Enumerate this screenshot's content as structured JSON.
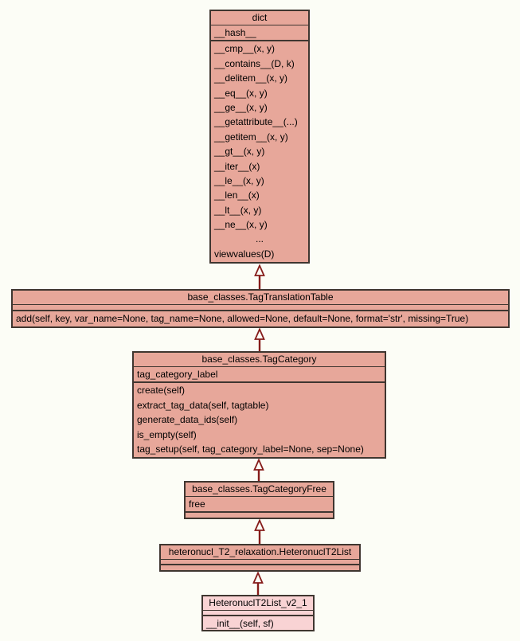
{
  "diagram": {
    "type": "uml-class-inheritance",
    "background_color": "#fcfdf6",
    "node_fill_color": "#e7a79a",
    "highlight_node_fill_color": "#f9d3d4",
    "node_border_color": "#3f3630",
    "arrow_color": "#861c1a"
  },
  "classes": [
    {
      "title": "dict",
      "attributes": [
        "__hash__"
      ],
      "methods": [
        "__cmp__(x, y)",
        "__contains__(D, k)",
        "__delitem__(x, y)",
        "__eq__(x, y)",
        "__ge__(x, y)",
        "__getattribute__(...)",
        "__getitem__(x, y)",
        "__gt__(x, y)",
        "__iter__(x)",
        "__le__(x, y)",
        "__len__(x)",
        "__lt__(x, y)",
        "__ne__(x, y)",
        "...",
        "viewvalues(D)"
      ]
    },
    {
      "title": "base_classes.TagTranslationTable",
      "attributes": [],
      "methods": [
        "add(self, key, var_name=None, tag_name=None, allowed=None, default=None, format='str', missing=True)"
      ]
    },
    {
      "title": "base_classes.TagCategory",
      "attributes": [
        "tag_category_label"
      ],
      "methods": [
        "create(self)",
        "extract_tag_data(self, tagtable)",
        "generate_data_ids(self)",
        "is_empty(self)",
        "tag_setup(self, tag_category_label=None, sep=None)"
      ]
    },
    {
      "title": "base_classes.TagCategoryFree",
      "attributes": [
        "free"
      ],
      "methods": []
    },
    {
      "title": "heteronucl_T2_relaxation.HeteronuclT2List",
      "attributes": [],
      "methods": []
    },
    {
      "title": "HeteronuclT2List_v2_1",
      "attributes": [],
      "methods": [
        "__init__(self, sf)"
      ]
    }
  ]
}
